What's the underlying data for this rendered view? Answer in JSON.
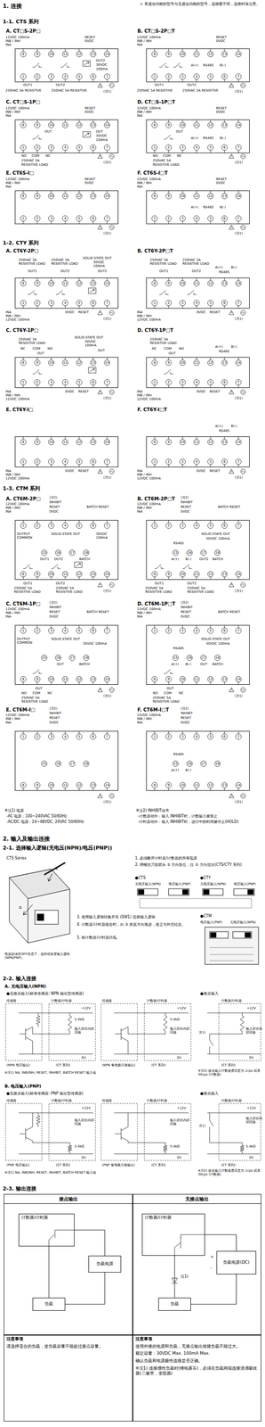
{
  "diagram": {
    "nodes": [
      {
        "text": [
          "A. CT□S-2P□"
        ]
      },
      {
        "text": [
          "B. CT□S-2P□T"
        ]
      },
      {
        "text": [
          "C. CT□S-1P□"
        ]
      },
      {
        "text": [
          "D. CT□S-1P□T"
        ]
      },
      {
        "text": [
          "E. CT6S-I□"
        ]
      },
      {
        "text": [
          "F. CT6S-I□T"
        ]
      },
      {
        "text": [
          "A. CT6Y-2P□"
        ]
      },
      {
        "text": [
          "B. CT6Y-2P□T"
        ]
      },
      {
        "text": [
          "C. CT6Y-1P□"
        ]
      },
      {
        "text": [
          "D. CT6Y-1P□T"
        ]
      },
      {
        "text": [
          "E. CT6Y-I□"
        ]
      },
      {
        "text": [
          "F. CT6Y-I□T"
        ]
      },
      {
        "text": [
          "A. CT6M-2P□"
        ]
      },
      {
        "text": [
          "B. CT6M-2P□T"
        ]
      },
      {
        "text": [
          "C. CT6M-1P□"
        ]
      },
      {
        "text": [
          "D. CT6M-1P□T"
        ]
      },
      {
        "text": [
          "E. CT6M-I□"
        ]
      },
      {
        "text": [
          "F. CT6M-I□T"
        ]
      },
      {
        "text": [
          "接点输出"
        ]
      },
      {
        "text": [
          "计数器/计时器"
        ],
        "in": 18
      },
      {
        "text": [
          "负载电源"
        ],
        "in": 18
      },
      {
        "text": [
          "负载"
        ],
        "in": 18
      },
      {
        "text": [
          "无接点输出"
        ]
      },
      {
        "text": [
          "计数器/计时器"
        ],
        "in": 22
      },
      {
        "text": [
          "负载"
        ],
        "in": 22
      },
      {
        "text": [
          "负载电源(DC)"
        ],
        "in": 22
      },
      {
        "text": [
          "注意事项",
          "请选择适合的负载，使负载容量不能超过接点容量。"
        ]
      },
      {
        "text": [
          "注意事项",
          "使用外接的电源和负载，无接点输出按接负载不能过大。",
          "额定容量：30VDC Max. 100mA Max.",
          "确认负载和电源极性连接是否正确。",
          "※注1) 连接感性负载时(继电器等)，必须在负载两端连接浪涌吸收器(二极管，变阻器)"
        ]
      }
    ],
    "edges": [
      {
        "from": 19,
        "to": 21,
        "arrow": "none"
      },
      {
        "from": 21,
        "to": 20,
        "arrow": "none"
      },
      {
        "from": 20,
        "to": 19,
        "arrow": "none"
      },
      {
        "from": 23,
        "to": 24,
        "arrow": "none"
      },
      {
        "from": 24,
        "to": 25,
        "arrow": "none"
      },
      {
        "from": 25,
        "to": 23,
        "arrow": "none"
      }
    ],
    "labels": [
      "⚠ 有通信功能的型号与无通信功能的型号，连接图不同，连接时请注意。",
      "1. 连接",
      "1-1. CTS 系列",
      "8",
      "9",
      "10",
      "11",
      "12",
      "13",
      "14",
      "1",
      "2",
      "3",
      "4",
      "5",
      "6",
      "7",
      "12VDC 100mA",
      "INB / INH",
      "INA",
      "RESET",
      "0VDC",
      "OUT2",
      "30VDC",
      "100mA",
      "OUT1",
      "OUT2",
      "250VAC 5A RESISTIVE",
      "250VAC 5A RESISTIVE",
      "(注1)",
      "8",
      "9",
      "10",
      "11",
      "12",
      "13",
      "14",
      "1",
      "2",
      "3",
      "4",
      "5",
      "6",
      "7",
      "12VDC 100mA",
      "INB / INH",
      "INA",
      "RESET",
      "0VDC",
      "A(+)",
      "RS485",
      "B(-)",
      "OUT1",
      "OUT2",
      "250VAC 5A RESISTIVE",
      "250VAC 5A RESISTIVE",
      "(注1)",
      "8",
      "9",
      "10",
      "11",
      "12",
      "13",
      "14",
      "1",
      "2",
      "3",
      "4",
      "5",
      "6",
      "7",
      "12VDC 100mA",
      "INB / INH",
      "INA",
      "RESET",
      "0VDC",
      "OUT",
      "OUT",
      "30VDC",
      "100mA",
      "NO",
      "COM",
      "NC",
      "250VAC 5A",
      "RESISTIVE LOAD",
      "(注1)",
      "8",
      "9",
      "10",
      "11",
      "12",
      "13",
      "14",
      "1",
      "2",
      "3",
      "4",
      "5",
      "6",
      "7",
      "12VDC 100mA",
      "INB / INH",
      "INA",
      "RESET",
      "0VDC",
      "OUT",
      "A(+)",
      "RS485",
      "B(-)",
      "NO",
      "COM",
      "NC",
      "250VAC 5A",
      "RESISTIVE LOAD",
      "(注1)",
      "8",
      "9",
      "10",
      "11",
      "12",
      "13",
      "14",
      "1",
      "2",
      "3",
      "4",
      "5",
      "6",
      "7",
      "12VDC 100mA",
      "INB / INH",
      "INA",
      "RESET",
      "0VDC",
      "(注1)",
      "8",
      "9",
      "10",
      "11",
      "12",
      "13",
      "14",
      "1",
      "2",
      "3",
      "4",
      "5",
      "6",
      "7",
      "12VDC 100mA",
      "INB / INH",
      "INA",
      "RESET",
      "0VDC",
      "A(+)",
      "RS485",
      "B(-)",
      "(注1)",
      "1-2. CTY 系列",
      "8",
      "9",
      "10",
      "11",
      "12",
      "13",
      "14",
      "1",
      "2",
      "3",
      "4",
      "5",
      "6",
      "7",
      "250VAC 3A",
      "RESISTIVE LOAD",
      "250VAC 3A",
      "RESISTIVE LOAD",
      "SOLID STATE OUT",
      "30VDC",
      "100mA",
      "OUT1",
      "OUT2",
      "OUT2",
      "INA",
      "INB / INH",
      "12VDC 100mA",
      "0VDC",
      "RESET",
      "(注1)",
      "8",
      "9",
      "10",
      "11",
      "12",
      "13",
      "14",
      "1",
      "2",
      "3",
      "4",
      "5",
      "6",
      "7",
      "250VAC 3A",
      "RESISTIVE LOAD",
      "250VAC 3A",
      "RESISTIVE LOAD",
      "A(+)",
      "B(-)",
      "RS485",
      "OUT1",
      "OUT2",
      "INA",
      "INB / INH",
      "12VDC 100mA",
      "0VDC",
      "RESET",
      "(注1)",
      "8",
      "9",
      "10",
      "11",
      "12",
      "13",
      "14",
      "1",
      "2",
      "3",
      "4",
      "5",
      "6",
      "7",
      "250VAC 3A",
      "RESISTIVE LOAD",
      "SOLID STATE OUT",
      "30VDC",
      "100mA",
      "NC",
      "COM",
      "NO",
      "OUT",
      "OUT",
      "INA",
      "INB / INH",
      "12VDC 100mA",
      "0VDC",
      "RESET",
      "(注1)",
      "8",
      "9",
      "10",
      "11",
      "12",
      "13",
      "14",
      "1",
      "2",
      "3",
      "4",
      "5",
      "6",
      "7",
      "250VAC 3A",
      "RESISTIVE LOAD",
      "A(+)",
      "B(-)",
      "RS485",
      "NC",
      "COM",
      "NO",
      "OUT",
      "INA",
      "INB / INH",
      "12VDC 100mA",
      "0VDC",
      "RESET",
      "(注1)",
      "8",
      "9",
      "10",
      "11",
      "12",
      "13",
      "14",
      "1",
      "2",
      "3",
      "4",
      "5",
      "6",
      "7",
      "INA",
      "INB / INH",
      "12VDC 100mA",
      "0VDC",
      "RESET",
      "(注1)",
      "8",
      "9",
      "10",
      "11",
      "12",
      "13",
      "14",
      "1",
      "2",
      "3",
      "4",
      "5",
      "6",
      "7",
      "A(+)",
      "B(-)",
      "RS485",
      "INA",
      "INB / INH",
      "12VDC 100mA",
      "0VDC",
      "RESET",
      "(注1)",
      "1-3. CTM 系列",
      "1",
      "2",
      "3",
      "4",
      "5",
      "6",
      "7",
      "15",
      "16",
      "17",
      "18",
      "8",
      "9",
      "10",
      "11",
      "12",
      "13",
      "14",
      "(注2)",
      "12VDC 100mA",
      "INB / INH",
      "INA",
      "INHIBIT",
      "RESET",
      "0VDC",
      "BATCH RESET",
      "OUTPUT COMMON",
      "SOLID STATE OUT",
      "30VDC",
      "100mA",
      "OUT1",
      "OUT2",
      "BATCH",
      "OUT1",
      "OUT2",
      "250VAC 5A",
      "RESISTIVE LOAD",
      "250VAC 5A",
      "RESISTIVE LOAD",
      "(注1)",
      "1",
      "2",
      "3",
      "4",
      "5",
      "6",
      "7",
      "15",
      "16",
      "17",
      "18",
      "8",
      "9",
      "10",
      "11",
      "12",
      "13",
      "14",
      "(注2)",
      "12VDC 100mA",
      "INB / INH",
      "INA",
      "INHIBIT",
      "RESET",
      "0VDC",
      "BATCH RESET",
      "RS485",
      "A(+)",
      "B(-)",
      "OUT2",
      "BATCH",
      "SOLID STATE OUT",
      "30VDC 100mA",
      "OUT1",
      "OUT2",
      "250VAC 5A",
      "RESISTIVE LOAD",
      "250VAC 5A",
      "RESISTIVE LOAD",
      "(注1)",
      "1",
      "2",
      "3",
      "4",
      "5",
      "6",
      "7",
      "15",
      "16",
      "17",
      "18",
      "8",
      "9",
      "10",
      "11",
      "12",
      "13",
      "14",
      "(注2)",
      "12VDC 100mA",
      "INB / INH",
      "INA",
      "INHIBIT",
      "RESET",
      "0VDC",
      "BATCH RESET",
      "OUTPUT COMMON",
      "SOLID STATE OUT",
      "30VDC 100mA",
      "OUT",
      "BATCH",
      "OUT",
      "NO",
      "COM",
      "NC",
      "250VAC 5A",
      "RESISTIVE LOAD",
      "(注1)",
      "1",
      "2",
      "3",
      "4",
      "5",
      "6",
      "7",
      "15",
      "16",
      "17",
      "18",
      "8",
      "9",
      "10",
      "11",
      "12",
      "13",
      "14",
      "(注2)",
      "12VDC 100mA",
      "INB / INH",
      "INA",
      "INHIBIT",
      "RESET",
      "0VDC",
      "BATCH RESET",
      "RS485",
      "A(+)",
      "B(-)",
      "OUT",
      "BATCH",
      "SOLID STATE OUT",
      "30VDC 100mA",
      "OUT",
      "NO",
      "COM",
      "NC",
      "250VAC 5A",
      "RESISTIVE LOAD",
      "(注1)",
      "1",
      "2",
      "3",
      "4",
      "5",
      "6",
      "7",
      "15",
      "16",
      "17",
      "18",
      "8",
      "9",
      "10",
      "11",
      "12",
      "13",
      "14",
      "(注2)",
      "12VDC 100mA",
      "INB / INH",
      "INA",
      "INHIBIT",
      "RESET",
      "0VDC",
      "(注1)",
      "1",
      "2",
      "3",
      "4",
      "5",
      "6",
      "7",
      "15",
      "16",
      "17",
      "18",
      "8",
      "9",
      "10",
      "11",
      "12",
      "13",
      "14",
      "(注2)",
      "12VDC 100mA",
      "INB / INH",
      "INA",
      "INHIBIT",
      "RESET",
      "0VDC",
      "RS485",
      "A(+)",
      "B(-)",
      "(注1)",
      "※注1) 电源",
      "-AC 电源：100~240VAC 50/60Hz",
      "-AC/DC 电源：24~48VDC, 24VAC 50/60Hz",
      "※注2) INHIBIT信号",
      "-计数器动作：输入 INHIBIT时，计数输入被禁止",
      "-计时器动作：输入 INHIBIT时，进行中的时间被停止(HOLD)",
      "2. 输入及输出连接",
      "2-1. 选择输入逻辑(无电压(NPN)/电压(PNP))",
      "CTS Series",
      "①",
      "②",
      "电源必须在OFF状态下，选择或改变输入逻辑(NPN/PNP)。",
      "1. 必须断开计时器/计数器的所有电源",
      "2. 用螺丝刀按箭头 ① 方向按住，往 ② 方向拉出(CTS/CTY 系列)",
      "●CTS",
      "无电压输入(NPN)",
      "电压输入(PNP)",
      "●CTY",
      "无电压输入(NPN)",
      "电压输入(PNP)",
      "●CTM",
      "电压输入(PNP)",
      "无电压输入(NPN)",
      "3. 使用输入逻辑转换开关 (SW1) 选择输入逻辑",
      "4. 计数器/计时器组合时，向 ② 的反方向推进，使之与外壳结合。",
      "5. 给计数器/计时器供电。",
      "2-2. 输入连接",
      "A. 无电压输入(NPN)",
      "●无接点输入(标准传感器: NPN 输出型传感器)",
      "●接点输入",
      "传感器",
      "计数器/计时器",
      "+12V",
      "5.4kΩ",
      "输入部分内部回路",
      "0V",
      "(NPN 电压输出)",
      "(CT 系列)",
      "传感器",
      "计数器/计时器",
      "+12V",
      "5.4kΩ",
      "输入部分内部回路",
      "0V",
      "(NPN 集电极开路输出)",
      "(CT 系列)",
      "计数器/计时器",
      "+12V",
      "注1)",
      "输入部分内部回路",
      "0V",
      "(CT 系列)",
      "※注1) NA, INB/INH, RESET, INHIBIT, BATCH RESET 输入端",
      "※注2) 接点输入计数速度设定为 1cps 或者 30cps (计数器)",
      "B. 电压输入(PNP)",
      "●无接点输入(标准传感器: PNP 输出型传感器)",
      "●接点输入",
      "传感器",
      "计数器/计时器",
      "+12V",
      "输入部分内部回路",
      "5.4kΩ",
      "0V",
      "(PNP 电压输出)",
      "(CT 系列)",
      "传感器",
      "计数器/计时器",
      "+12V",
      "输入部分内部回路",
      "5.4kΩ",
      "0V",
      "(PNP 集电极开路输出)",
      "(CT 系列)",
      "计数器/计时器",
      "+12V",
      "输入部分内部回路",
      "5.4kΩ",
      "0V",
      "注1)",
      "(CT 系列)",
      "※注1) NA, INB/INH, RESET, INHIBIT, BATCH RESET 输入端",
      "※注2) 接点输入计数速度设定为 1cps 或者 30cps (计数器)",
      "2-3. 输出连接",
      "注1)",
      "+",
      "-"
    ]
  }
}
